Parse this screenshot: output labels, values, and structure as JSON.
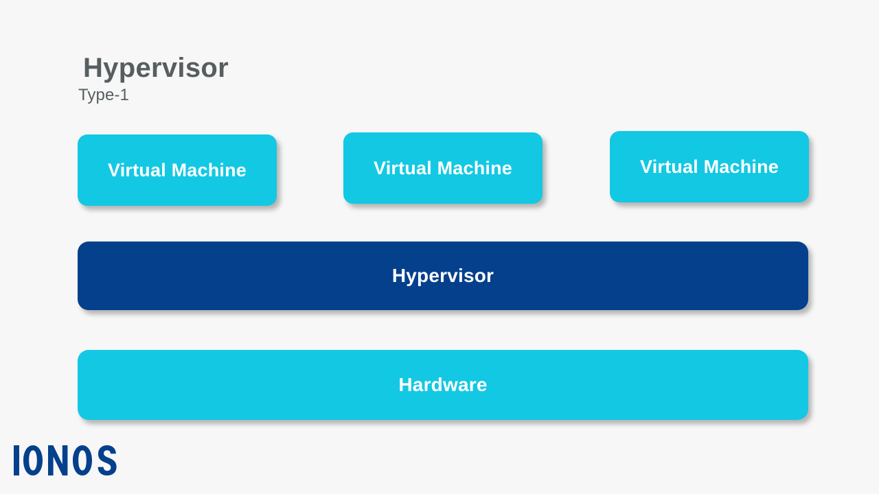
{
  "slide": {
    "background_color": "#f7f7f7",
    "title": "Hypervisor",
    "subtitle": "Type-1"
  },
  "colors": {
    "cyan": "#13c8e3",
    "navy": "#05408c",
    "title_gray": "#575e62",
    "label_white": "#ffffff",
    "background": "#f7f7f7"
  },
  "vm_boxes": [
    {
      "label": "Virtual Machine"
    },
    {
      "label": "Virtual Machine"
    },
    {
      "label": "Virtual Machine"
    }
  ],
  "hypervisor_bar": {
    "label": "Hypervisor"
  },
  "hardware_bar": {
    "label": "Hardware"
  },
  "logo": {
    "name": "ionos-logo",
    "text": "IONOS",
    "color": "#05408c"
  }
}
